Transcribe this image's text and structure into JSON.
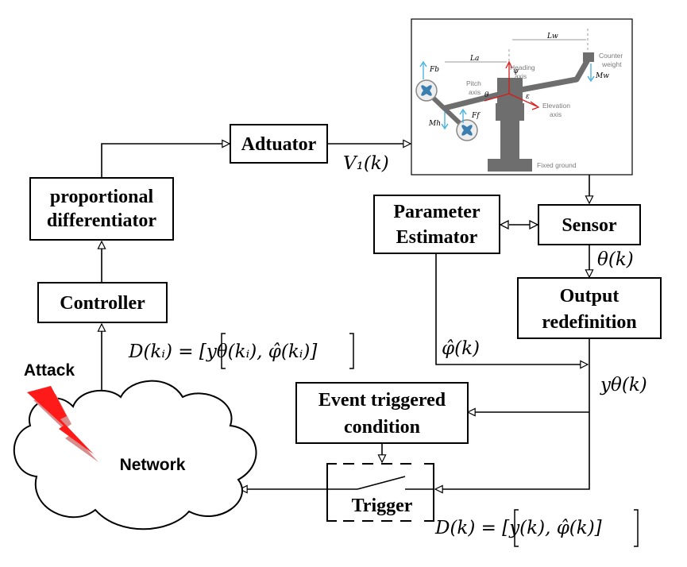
{
  "blocks": {
    "actuator": "Adtuator",
    "pd_line1": "proportional",
    "pd_line2": "differentiator",
    "controller": "Controller",
    "estimator_line1": "Parameter",
    "estimator_line2": "Estimator",
    "sensor": "Sensor",
    "output_line1": "Output",
    "output_line2": "redefinition",
    "event_line1": "Event triggered",
    "event_line2": "condition",
    "trigger": "Trigger",
    "network": "Network",
    "attack": "Attack"
  },
  "signals": {
    "v1": "V₁(k)",
    "theta": "θ(k)",
    "phi_hat": "φ̂(k)",
    "y_theta": "yθ(k)",
    "d_ki": "D(kᵢ) = [yθ(kᵢ), φ̂(kᵢ)]",
    "d_k": "D(k) = [y(k), φ̂(k)]"
  },
  "helicopter": {
    "heading_axis": [
      "Heading",
      "axis"
    ],
    "pitch_axis": [
      "Pitch",
      "axis"
    ],
    "elevation_axis": [
      "Elevation",
      "axis"
    ],
    "counter_weight": [
      "Counter",
      "weight"
    ],
    "fixed_ground": "Fixed ground",
    "symbols": {
      "fb": "Fb",
      "ff": "Ff",
      "mh": "Mh",
      "mw": "Mw",
      "la": "La",
      "lw": "Lw",
      "psi": "ψ",
      "theta": "θ",
      "eps": "ε"
    }
  },
  "colors": {
    "attack_bolt": "#ff1a1a",
    "attack_bolt_shadow": "#d98c8c",
    "helicopter_body": "#6e6e6e",
    "rotor_force": "#2ea8dc",
    "axis_red": "#d81b1b"
  }
}
